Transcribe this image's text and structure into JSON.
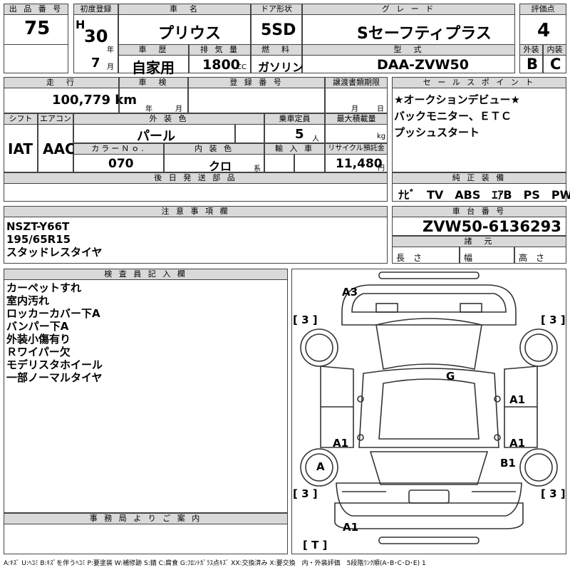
{
  "row1": {
    "lot_label": "出 品 番 号",
    "lot_no": "75",
    "first_reg_label": "初度登録",
    "era": "H",
    "year": "30",
    "year_unit": "年",
    "month": "7",
    "month_unit": "月",
    "name_label": "車　名",
    "name": "プリウス",
    "door_label": "ドア形状",
    "door": "5SD",
    "grade_label": "グ レ ー ド",
    "grade": "Sセーフティプラス",
    "score_label": "評価点",
    "score": "4",
    "history_label": "車　歴",
    "history": "自家用",
    "displacement_label": "排 気 量",
    "displacement": "1800",
    "displacement_unit": "CC",
    "fuel_label": "燃　料",
    "fuel": "ガソリン",
    "model_label": "型　式",
    "model": "DAA-ZVW50",
    "ext_label": "外装",
    "ext": "B",
    "int_label": "内装",
    "int": "C"
  },
  "row2": {
    "mileage_label": "走　行",
    "mileage": "100,779 km",
    "inspection_label": "車　検",
    "insp_year": "年",
    "insp_month": "月",
    "plate_label": "登 録 番 号",
    "transfer_label": "譲渡書類期限",
    "transfer_month": "月",
    "transfer_day": "日",
    "sales_label": "セ ー ル ス ポ イ ン ト",
    "sales_points": [
      "★オークションデビュー★",
      "バックモニター、ＥＴＣ",
      "プッシュスタート"
    ],
    "shift_label": "シフト",
    "shift": "IAT",
    "ac_label": "エアコン",
    "ac": "AAC",
    "color_label": "外 装 色",
    "color": "パール",
    "capacity_label": "乗車定員",
    "capacity": "5",
    "capacity_unit": "人",
    "load_label": "最大積載量",
    "load_unit": "kg",
    "colorno_label": "カラーＮｏ.",
    "colorno": "070",
    "interior_label": "内 装 色",
    "interior": "クロ",
    "interior_unit": "系",
    "import_label": "輸 入 車",
    "recycle_label": "リサイクル預託金",
    "recycle": "11,480",
    "recycle_unit": "円",
    "later_label": "後 日 発 送 部 品",
    "equip_label": "純 正 装 備",
    "equip": "ﾅﾋﾞ　TV　ABS　ｴｱB　PS　PW"
  },
  "notes": {
    "label": "注 意 事 項 欄",
    "lines": [
      "NSZT-Y66T",
      "195/65R15",
      "スタッドレスタイヤ"
    ],
    "chassis_label": "車 台 番 号",
    "chassis": "ZVW50-6136293",
    "spec_label": "諸　元",
    "length_label": "長　さ",
    "width_label": "幅",
    "height_label": "高　さ"
  },
  "inspector": {
    "label": "検 査 員 記 入 欄",
    "lines": [
      "カーペットすれ",
      "室内汚れ",
      "ロッカーカバー下A",
      "バンパー下A",
      "外装小傷有り",
      "Ｒワイパー欠",
      "モデリスタホイール",
      "一部ノーマルタイヤ"
    ]
  },
  "office": {
    "label": "事 務 局 よ り ご 案 内"
  },
  "diagram": {
    "marks": [
      "A3",
      "G",
      "A1",
      "A1",
      "A1",
      "A",
      "B1",
      "A1"
    ],
    "tire_left_top": "[ 3 ]",
    "tire_right_top": "[ 3 ]",
    "tire_left_bottom": "[ 3 ]",
    "tire_right_bottom": "[ 3 ]",
    "spare": "[ T ]"
  },
  "legend": "A:ｷｽﾞ U:ﾍｺﾐ B:ｷｽﾞを伴うﾍｺﾐ P:要塗装 W:補修跡 S:錆 C:腐食 G:ﾌﾛﾝﾄｶﾞﾗｽ点ｷｽﾞ XX:交換済み X:要交換　内・外装評価　5段階ﾗﾝｸ順(A･B･C･D･E) 1"
}
